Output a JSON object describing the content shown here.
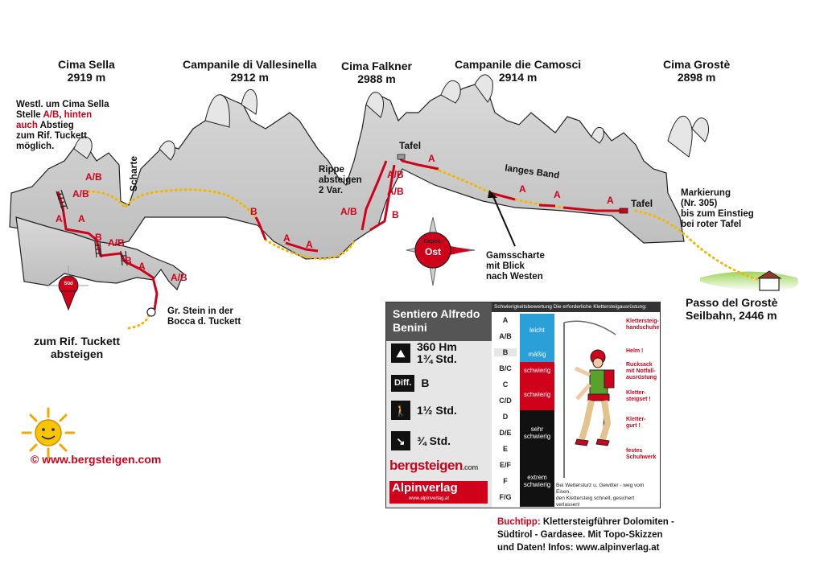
{
  "peaks": [
    {
      "name": "Cima Sella",
      "alt": "2919 m"
    },
    {
      "name": "Campanile di Vallesinella",
      "alt": "2912 m"
    },
    {
      "name": "Cima Falkner",
      "alt": "2988 m"
    },
    {
      "name": "Campanile die Camosci",
      "alt": "2914 m"
    },
    {
      "name": "Cima Grostè",
      "alt": "2898 m"
    }
  ],
  "west_note": {
    "line1": "Westl. um Cima Sella",
    "line2a": "Stelle ",
    "line2b": "A/B",
    "line2c": ", ",
    "line2d": "hinten",
    "line3a": "auch",
    "line3b": " Abstieg",
    "line4": "zum Rif. Tuckett",
    "line5": "möglich."
  },
  "labels": {
    "scharte": "Scharte",
    "tafel1": "Tafel",
    "tafel2": "Tafel",
    "langes_band": "langes Band",
    "rippe": [
      "Rippe",
      "absteigen",
      "2 Var."
    ],
    "gamsscharte": [
      "Gamsscharte",
      "mit Blick",
      "nach Westen"
    ],
    "markierung": [
      "Markierung",
      "(Nr. 305)",
      "bis zum Einstieg",
      "bei roter Tafel"
    ],
    "passo": [
      "Passo del Grostè",
      "Seilbahn, 2446 m"
    ],
    "stein": [
      "Gr. Stein in der",
      "Bocca d. Tuckett"
    ],
    "tuckett": [
      "zum Rif. Tuckett",
      "absteigen"
    ],
    "expos": [
      "Expos.",
      "Ost"
    ],
    "sued": "Süd",
    "copyright": "© www.bergsteigen.com"
  },
  "grades": [
    "A/B",
    "A/B",
    "A",
    "A",
    "B",
    "A/B",
    "B",
    "A",
    "A/B",
    "B",
    "A",
    "A",
    "A/B",
    "A/B",
    "B",
    "A/B",
    "A",
    "A",
    "A",
    "A"
  ],
  "panel": {
    "title": [
      "Sentiero Alfredo",
      "Benini"
    ],
    "ascent": "360 Hm",
    "ascent_time": "1¾ Std.",
    "diff_label": "Diff.",
    "difficulty": "B",
    "traverse_time": "1½ Std.",
    "descent_time": "¾ Std.",
    "logo1a": "bergsteigen",
    "logo1b": ".com",
    "logo2": "Alpinverlag",
    "logo2_url": "www.alpinverlag.at"
  },
  "scale": {
    "header": "Schwierigkeitsbewertung      Die erforderliche Klettersteigausrüstung:",
    "grades": [
      "A",
      "A/B",
      "B",
      "B/C",
      "C",
      "C/D",
      "D",
      "D/E",
      "E",
      "E/F",
      "F",
      "F/G"
    ],
    "bands": [
      {
        "label": "leicht",
        "color": "#2b9fd8"
      },
      {
        "label": "mäßig",
        "color": "#2b9fd8"
      },
      {
        "label": "schwierig",
        "color": "#d0021b"
      },
      {
        "label": "schwierig",
        "color": "#d0021b"
      },
      {
        "label": "sehr schwierig",
        "color": "#111111"
      },
      {
        "label": "extrem schwierig",
        "color": "#111111"
      }
    ],
    "gear": [
      "Klettersteig-",
      "handschuhe",
      "Helm !",
      "Rucksack",
      "mit Notfall-",
      "ausrüstung",
      "Kletter-",
      "steigset !",
      "Kletter-",
      "gurt !",
      "festes",
      "Schuhwerk"
    ],
    "footer": [
      "Bei Wettersturz u. Gewitter - weg vom Eisen,",
      "den Klettersteig schnell, gesichert verlassen!"
    ]
  },
  "buchtipp": {
    "label": "Buchtipp:",
    "text1": " Klettersteigführer Dolomiten -",
    "text2": "Südtirol - Gardasee. Mit Topo-Skizzen",
    "text3": "und Daten!  Infos: www.alpinverlag.at"
  },
  "colors": {
    "route": "#d0021b",
    "path": "#f2b705",
    "grade": "#d0021b",
    "meadow": "#7bbf3a"
  }
}
